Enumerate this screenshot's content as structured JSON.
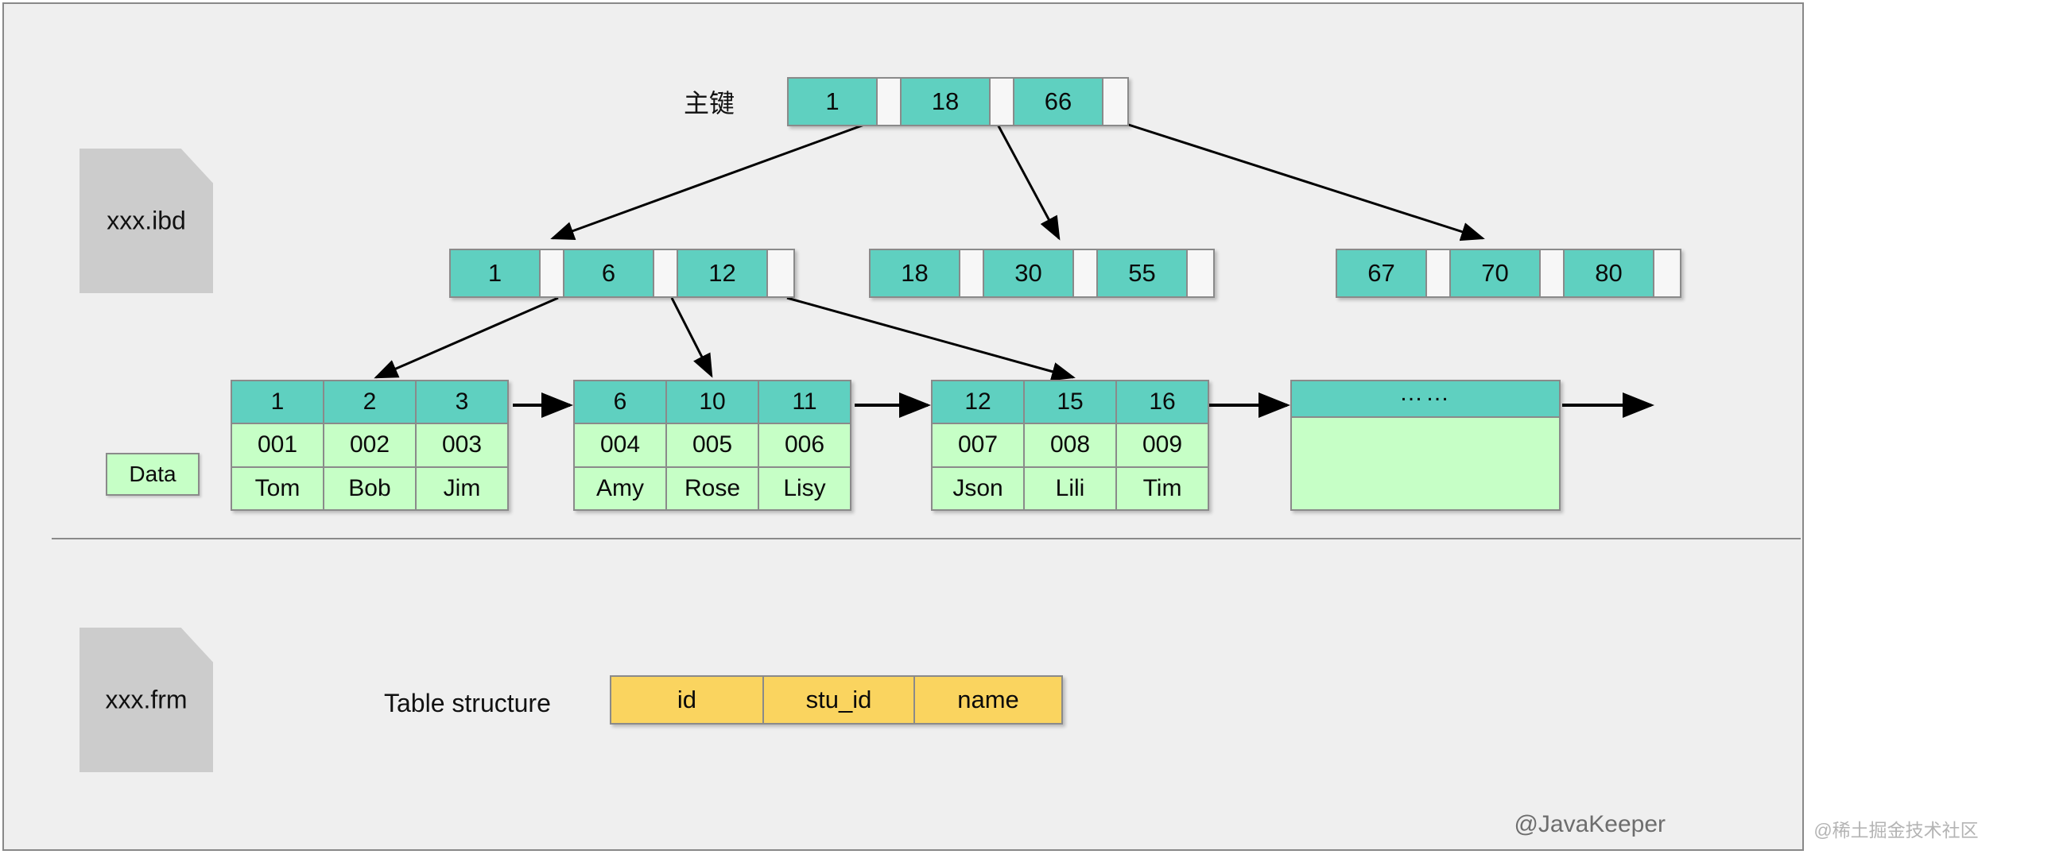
{
  "diagram": {
    "title_label": "主键",
    "data_label": "Data",
    "table_structure_label": "Table structure",
    "files": [
      {
        "name": "xxx.ibd",
        "icon": "file-icon"
      },
      {
        "name": "xxx.frm",
        "icon": "file-icon"
      }
    ],
    "colors": {
      "canvas_bg": "#efefef",
      "canvas_border": "#888888",
      "index_key": "#5fd0c0",
      "index_pointer": "#f7f7f7",
      "leaf_body": "#c6ffc6",
      "table_cell": "#fad45f",
      "cell_border": "#8a8a8a",
      "file_icon": "#cccccc",
      "arrow": "#000000"
    },
    "root_node": {
      "keys": [
        "1",
        "18",
        "66"
      ],
      "pointer_count": 3
    },
    "branch_nodes": [
      {
        "keys": [
          "1",
          "6",
          "12"
        ]
      },
      {
        "keys": [
          "18",
          "30",
          "55"
        ]
      },
      {
        "keys": [
          "67",
          "70",
          "80"
        ]
      }
    ],
    "leaf_nodes": [
      {
        "ids": [
          "1",
          "2",
          "3"
        ],
        "stu_ids": [
          "001",
          "002",
          "003"
        ],
        "names": [
          "Tom",
          "Bob",
          "Jim"
        ]
      },
      {
        "ids": [
          "6",
          "10",
          "11"
        ],
        "stu_ids": [
          "004",
          "005",
          "006"
        ],
        "names": [
          "Amy",
          "Rose",
          "Lisy"
        ]
      },
      {
        "ids": [
          "12",
          "15",
          "16"
        ],
        "stu_ids": [
          "007",
          "008",
          "009"
        ],
        "names": [
          "Json",
          "Lili",
          "Tim"
        ]
      },
      {
        "ellipsis": "……"
      }
    ],
    "table_structure": {
      "columns": [
        "id",
        "stu_id",
        "name"
      ]
    },
    "watermarks": {
      "inner": "@JavaKeeper",
      "outer": "@稀土掘金技术社区"
    }
  }
}
